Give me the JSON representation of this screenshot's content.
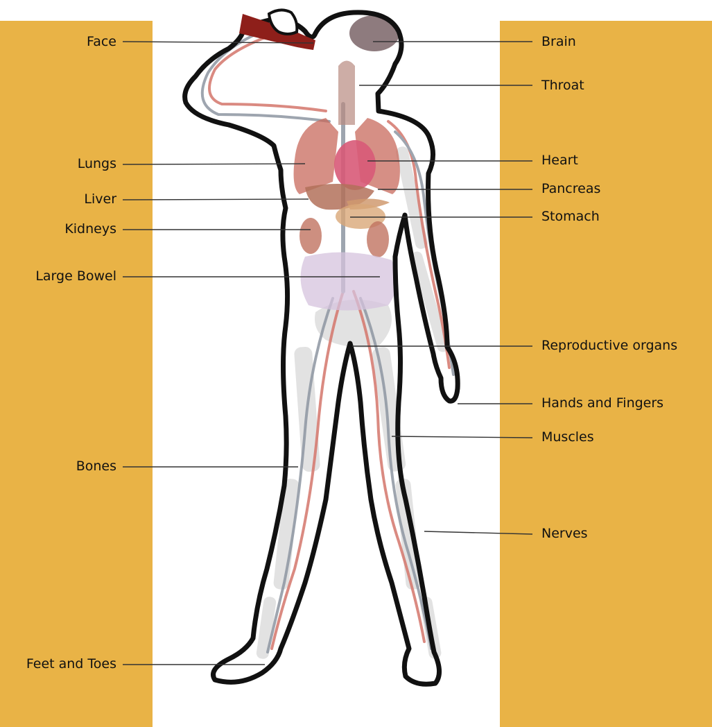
{
  "colors": {
    "panel": "#e9b346",
    "outline": "#111111",
    "leader": "#333333",
    "bottle": "#8e1f1a",
    "brain": "#8e7b7e",
    "heart": "#d85a78",
    "lungs": "#c86a5c",
    "liver": "#b3715a",
    "organ": "#c98a6e",
    "bowel": "#d6c3de",
    "bone": "#d8d8d8",
    "artery": "#d4766c",
    "vein": "#8e96a2"
  },
  "labels": {
    "left": [
      {
        "id": "face",
        "text": "Face"
      },
      {
        "id": "lungs",
        "text": "Lungs"
      },
      {
        "id": "liver",
        "text": "Liver"
      },
      {
        "id": "kidneys",
        "text": "Kidneys"
      },
      {
        "id": "large-bowel",
        "text": "Large Bowel"
      },
      {
        "id": "bones",
        "text": "Bones"
      },
      {
        "id": "feet-and-toes",
        "text": "Feet and Toes"
      }
    ],
    "right": [
      {
        "id": "brain",
        "text": "Brain"
      },
      {
        "id": "throat",
        "text": "Throat"
      },
      {
        "id": "heart",
        "text": "Heart"
      },
      {
        "id": "pancreas",
        "text": "Pancreas"
      },
      {
        "id": "stomach",
        "text": "Stomach"
      },
      {
        "id": "reproductive-organs",
        "text": "Reproductive organs"
      },
      {
        "id": "hands-and-fingers",
        "text": "Hands and Fingers"
      },
      {
        "id": "muscles",
        "text": "Muscles"
      },
      {
        "id": "nerves",
        "text": "Nerves"
      }
    ]
  }
}
